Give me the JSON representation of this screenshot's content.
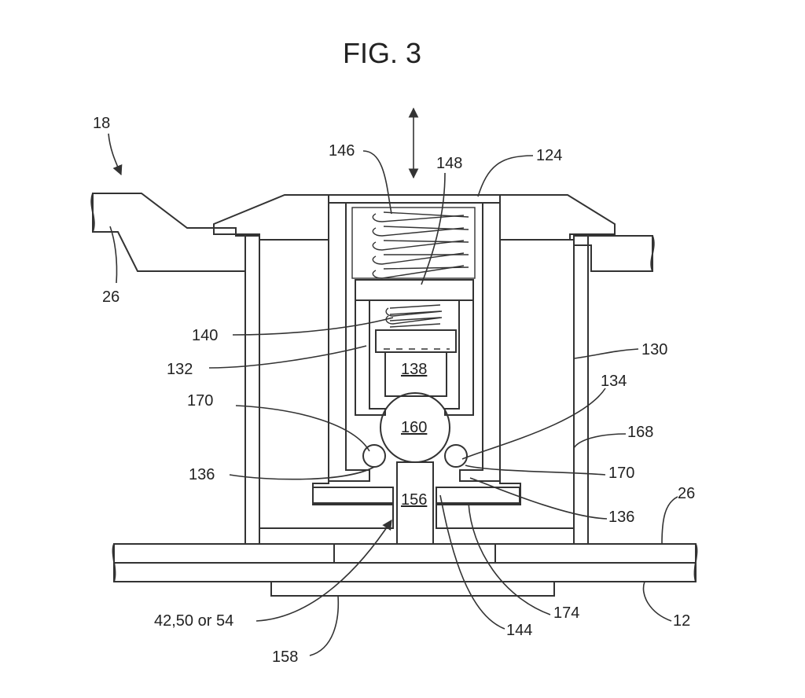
{
  "figure": {
    "title": "FIG. 3"
  },
  "labels": {
    "l18": "18",
    "l26a": "26",
    "l146": "146",
    "l148": "148",
    "l124": "124",
    "l140": "140",
    "l132": "132",
    "l130": "130",
    "l138": "138",
    "l134": "134",
    "l170a": "170",
    "l160": "160",
    "l168": "168",
    "l136a": "136",
    "l170b": "170",
    "l156": "156",
    "l26b": "26",
    "l136b": "136",
    "l42": "42,50 or 54",
    "l174": "174",
    "l144": "144",
    "l12": "12",
    "l158": "158"
  },
  "colors": {
    "line": "#333333",
    "background": "#ffffff"
  }
}
